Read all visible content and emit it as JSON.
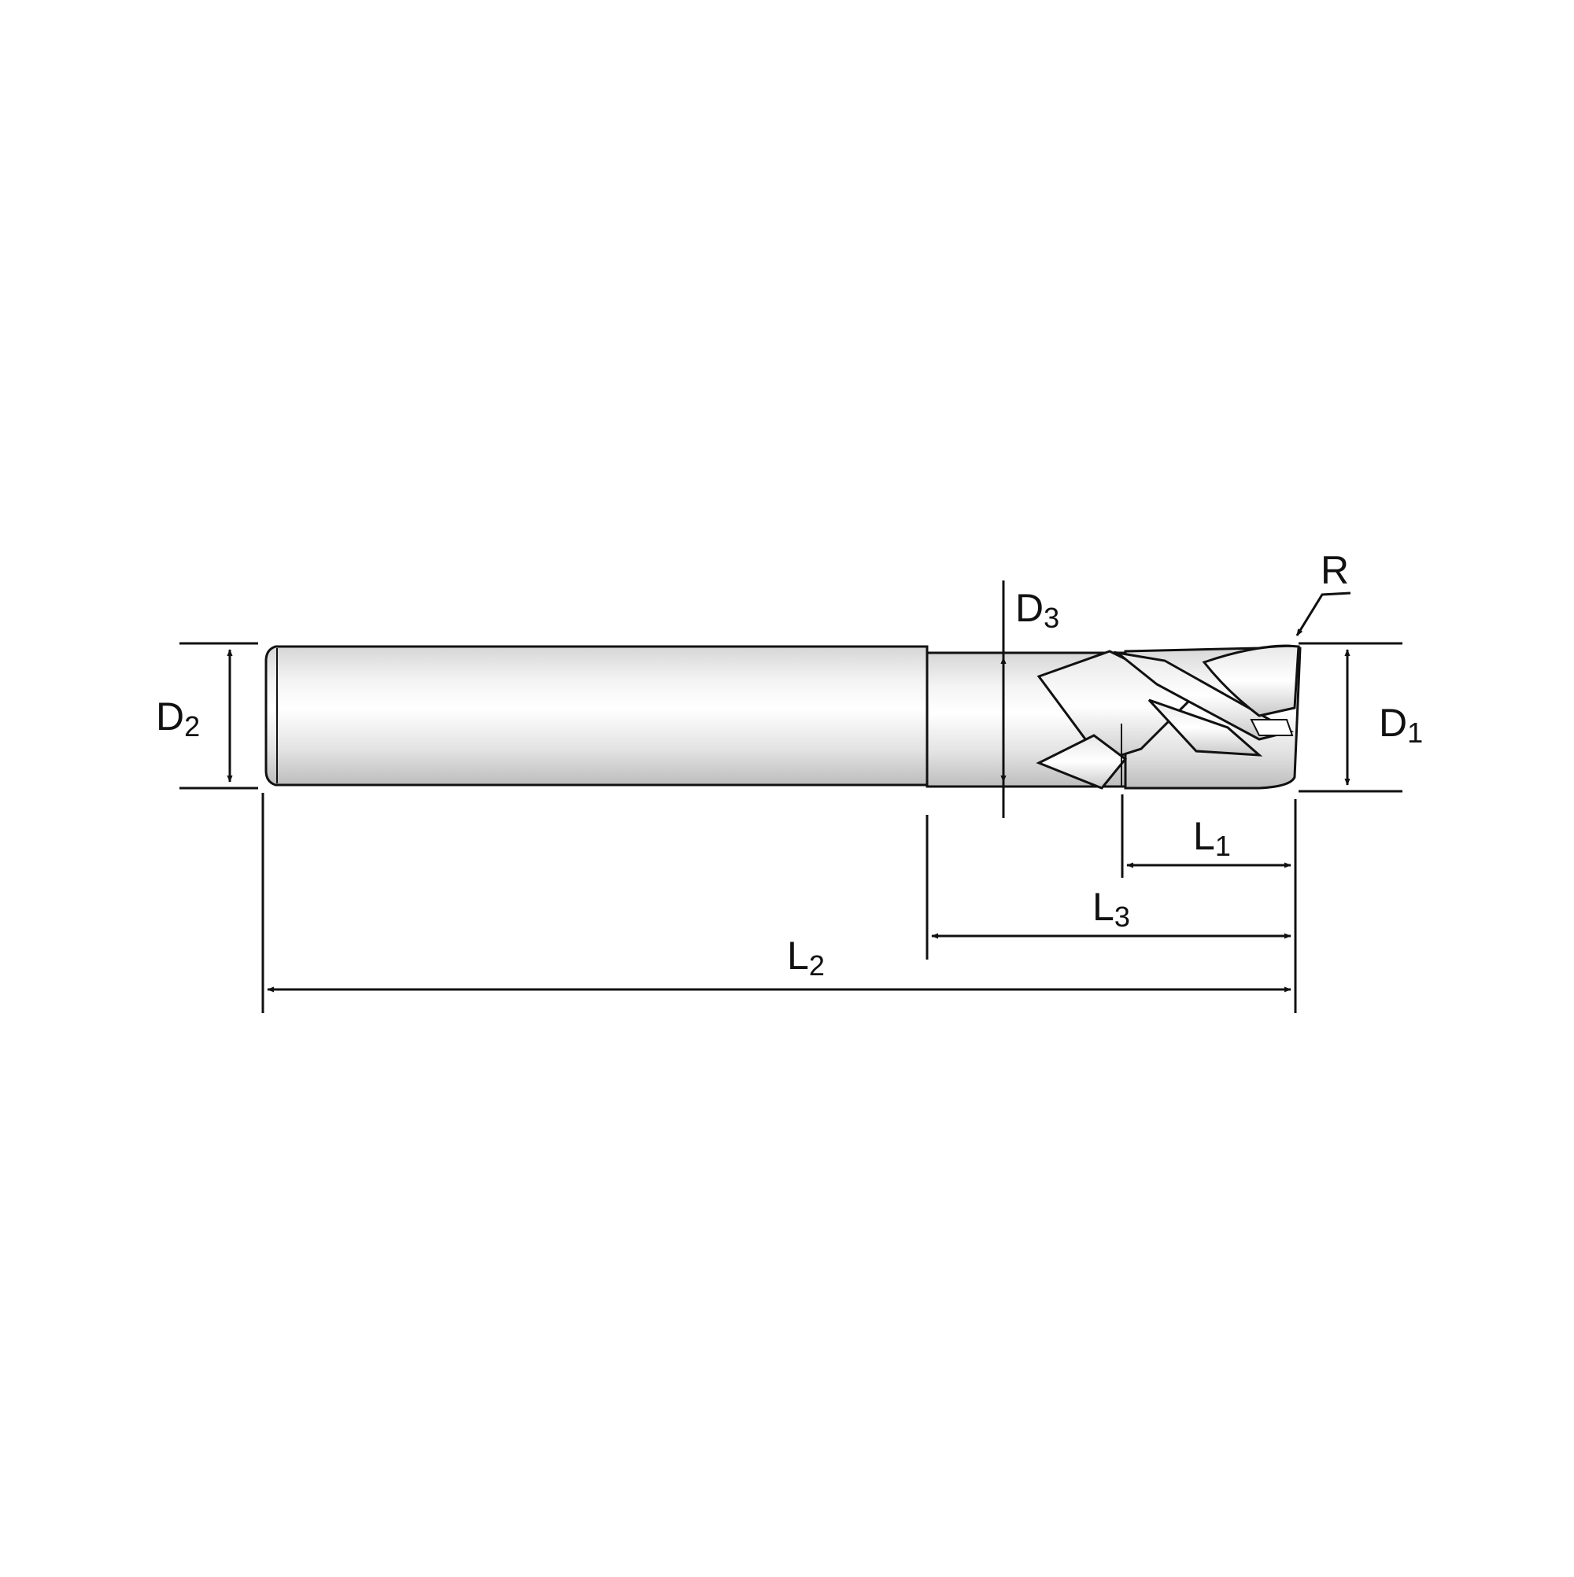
{
  "diagram": {
    "labels": {
      "D1": {
        "main": "D",
        "sub": "1"
      },
      "D2": {
        "main": "D",
        "sub": "2"
      },
      "D3": {
        "main": "D",
        "sub": "3"
      },
      "L1": {
        "main": "L",
        "sub": "1"
      },
      "L2": {
        "main": "L",
        "sub": "2"
      },
      "L3": {
        "main": "L",
        "sub": "3"
      },
      "R": {
        "main": "R"
      }
    }
  }
}
